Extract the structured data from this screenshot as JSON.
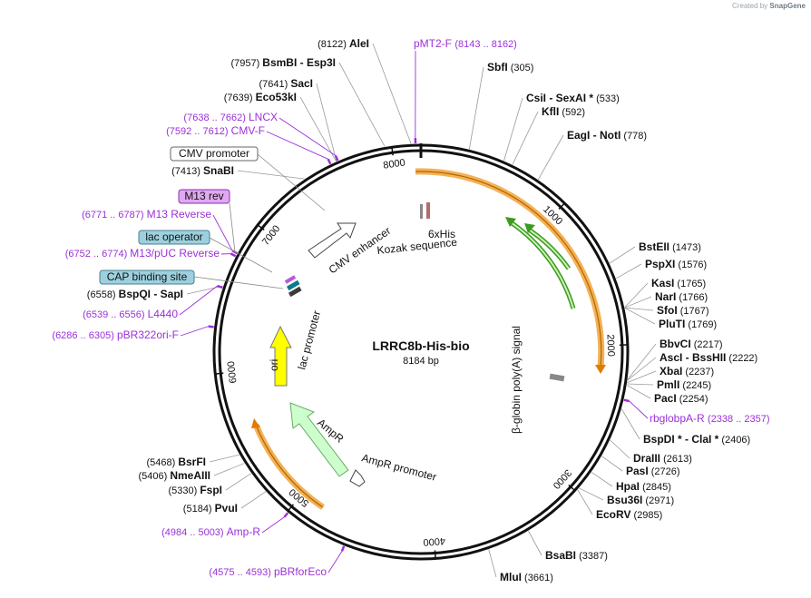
{
  "credit": {
    "created_by": "Created by",
    "brand": "SnapGene"
  },
  "plasmid": {
    "name": "LRRC8b-His-bio",
    "size": "8184 bp"
  },
  "colors": {
    "enzyme": "#111111",
    "primer": "#9b30d9",
    "feature_orange": "#f2a33a",
    "feature_green": "#3c9a1e",
    "ampr_fill": "#ccffcc",
    "ori_fill": "#ffff00",
    "box_blue": "#9dd0de",
    "box_purple": "#e0a8f0"
  },
  "ticks": [
    {
      "label": "1000",
      "bp": 1000
    },
    {
      "label": "2000",
      "bp": 2000
    },
    {
      "label": "3000",
      "bp": 3000
    },
    {
      "label": "4000",
      "bp": 4000
    },
    {
      "label": "5000",
      "bp": 5000
    },
    {
      "label": "6000",
      "bp": 6000
    },
    {
      "label": "7000",
      "bp": 7000
    },
    {
      "label": "8000",
      "bp": 8000
    }
  ],
  "enzymes": [
    {
      "name": "AleI",
      "pos": "(8122)",
      "bp": 8122,
      "side": "L",
      "row": 1
    },
    {
      "name": "BsmBI - Esp3I",
      "pos": "(7957)",
      "bp": 7957,
      "side": "L",
      "row": 2
    },
    {
      "name": "SacI",
      "pos": "(7641)",
      "bp": 7641,
      "side": "L",
      "row": 3
    },
    {
      "name": "Eco53kI",
      "pos": "(7639)",
      "bp": 7639,
      "side": "L",
      "row": 4
    },
    {
      "name": "SnaBI",
      "pos": "(7413)",
      "bp": 7413,
      "side": "L",
      "row": 5
    },
    {
      "name": "BspQI - SapI",
      "pos": "(6558)",
      "bp": 6558,
      "side": "L",
      "row": 6
    },
    {
      "name": "BsrFI",
      "pos": "(5468)",
      "bp": 5468,
      "side": "L",
      "row": 7
    },
    {
      "name": "NmeAIII",
      "pos": "(5406)",
      "bp": 5406,
      "side": "L",
      "row": 8
    },
    {
      "name": "FspI",
      "pos": "(5330)",
      "bp": 5330,
      "side": "L",
      "row": 9
    },
    {
      "name": "PvuI",
      "pos": "(5184)",
      "bp": 5184,
      "side": "L",
      "row": 10
    },
    {
      "name": "SbfI",
      "pos": "(305)",
      "bp": 305,
      "side": "R",
      "row": 1
    },
    {
      "name": "CsiI - SexAI *",
      "pos": "(533)",
      "bp": 533,
      "side": "R",
      "row": 2
    },
    {
      "name": "KflI",
      "pos": "(592)",
      "bp": 592,
      "side": "R",
      "row": 3
    },
    {
      "name": "EagI - NotI",
      "pos": "(778)",
      "bp": 778,
      "side": "R",
      "row": 4
    },
    {
      "name": "BstEII",
      "pos": "(1473)",
      "bp": 1473,
      "side": "R",
      "row": 5
    },
    {
      "name": "PspXI",
      "pos": "(1576)",
      "bp": 1576,
      "side": "R",
      "row": 6
    },
    {
      "name": "KasI",
      "pos": "(1765)",
      "bp": 1765,
      "side": "R",
      "row": 7
    },
    {
      "name": "NarI",
      "pos": "(1766)",
      "bp": 1766,
      "side": "R",
      "row": 8
    },
    {
      "name": "SfoI",
      "pos": "(1767)",
      "bp": 1767,
      "side": "R",
      "row": 9
    },
    {
      "name": "PluTI",
      "pos": "(1769)",
      "bp": 1769,
      "side": "R",
      "row": 10
    },
    {
      "name": "BbvCI",
      "pos": "(2217)",
      "bp": 2217,
      "side": "R",
      "row": 11
    },
    {
      "name": "AscI - BssHII",
      "pos": "(2222)",
      "bp": 2222,
      "side": "R",
      "row": 12
    },
    {
      "name": "XbaI",
      "pos": "(2237)",
      "bp": 2237,
      "side": "R",
      "row": 13
    },
    {
      "name": "PmlI",
      "pos": "(2245)",
      "bp": 2245,
      "side": "R",
      "row": 14
    },
    {
      "name": "PacI",
      "pos": "(2254)",
      "bp": 2254,
      "side": "R",
      "row": 15
    },
    {
      "name": "BspDI * - ClaI *",
      "pos": "(2406)",
      "bp": 2406,
      "side": "R",
      "row": 16
    },
    {
      "name": "DraIII",
      "pos": "(2613)",
      "bp": 2613,
      "side": "R",
      "row": 17
    },
    {
      "name": "PasI",
      "pos": "(2726)",
      "bp": 2726,
      "side": "R",
      "row": 18
    },
    {
      "name": "HpaI",
      "pos": "(2845)",
      "bp": 2845,
      "side": "R",
      "row": 19
    },
    {
      "name": "Bsu36I",
      "pos": "(2971)",
      "bp": 2971,
      "side": "R",
      "row": 20
    },
    {
      "name": "EcoRV",
      "pos": "(2985)",
      "bp": 2985,
      "side": "R",
      "row": 21
    },
    {
      "name": "BsaBI",
      "pos": "(3387)",
      "bp": 3387,
      "side": "R",
      "row": 22
    },
    {
      "name": "MluI",
      "pos": "(3661)",
      "bp": 3661,
      "side": "R",
      "row": 23
    }
  ],
  "primers": [
    {
      "name": "pMT2-F",
      "range": "(8143 .. 8162)",
      "bp": 8150
    },
    {
      "name": "LNCX",
      "range": "(7638 .. 7662)",
      "bp": 7650
    },
    {
      "name": "CMV-F",
      "range": "(7592 .. 7612)",
      "bp": 7600
    },
    {
      "name": "M13 Reverse",
      "range": "(6771 .. 6787)",
      "bp": 6780
    },
    {
      "name": "M13/pUC Reverse",
      "range": "(6752 .. 6774)",
      "bp": 6760
    },
    {
      "name": "L4440",
      "range": "(6539 .. 6556)",
      "bp": 6547
    },
    {
      "name": "pBR322ori-F",
      "range": "(6286 .. 6305)",
      "bp": 6295
    },
    {
      "name": "rbglobpA-R",
      "range": "(2338 .. 2357)",
      "bp": 2347
    },
    {
      "name": "Amp-R",
      "range": "(4984 .. 5003)",
      "bp": 4993
    },
    {
      "name": "pBRforEco",
      "range": "(4575 .. 4593)",
      "bp": 4584
    }
  ],
  "boxed_labels": [
    {
      "name": "CMV promoter",
      "style": "white"
    },
    {
      "name": "M13 rev",
      "style": "purple"
    },
    {
      "name": "lac operator",
      "style": "blue"
    },
    {
      "name": "CAP binding site",
      "style": "blue"
    }
  ],
  "features": [
    {
      "name": "CMV enhancer"
    },
    {
      "name": "Kozak sequence"
    },
    {
      "name": "6xHis"
    },
    {
      "name": "β-globin poly(A) signal"
    },
    {
      "name": "lac promoter"
    },
    {
      "name": "ori"
    },
    {
      "name": "AmpR"
    },
    {
      "name": "AmpR promoter"
    }
  ]
}
